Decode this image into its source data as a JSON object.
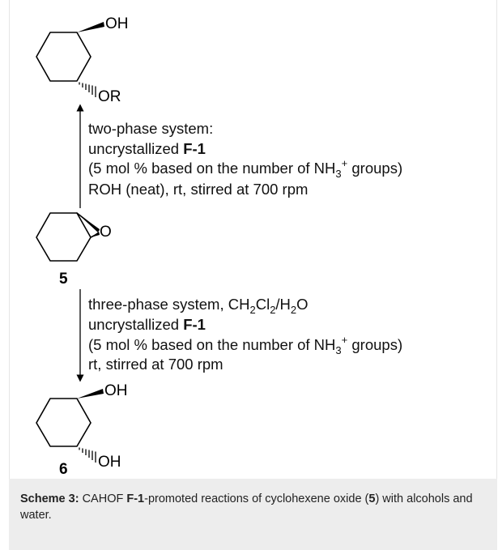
{
  "scheme": {
    "top_product": {
      "oh_label": "OH",
      "or_label": "OR"
    },
    "upper_conditions": {
      "line1": "two-phase system:",
      "line2_prefix": "uncrystallized ",
      "line2_bold": "F-1",
      "line3_prefix": "(5 mol % based on the number of NH",
      "line3_sub": "3",
      "line3_sup": "+",
      "line3_suffix": " groups)",
      "line4": "ROH (neat), rt, stirred at 700 rpm"
    },
    "epoxide": {
      "o_label": "O",
      "number": "5"
    },
    "lower_conditions": {
      "line1_prefix": "three-phase system, CH",
      "line1_sub1": "2",
      "line1_mid1": "Cl",
      "line1_sub2": "2",
      "line1_mid2": "/H",
      "line1_sub3": "2",
      "line1_suffix": "O",
      "line2_prefix": "uncrystallized ",
      "line2_bold": "F-1",
      "line3_prefix": "(5 mol % based on the number of NH",
      "line3_sub": "3",
      "line3_sup": "+",
      "line3_suffix": " groups)",
      "line4": "rt, stirred at 700 rpm"
    },
    "diol": {
      "oh_top_label": "OH",
      "oh_bottom_label": "OH",
      "number": "6"
    }
  },
  "caption": {
    "label": "Scheme 3:",
    "text_1": " CAHOF ",
    "bold_1": "F-1",
    "text_2": "-promoted reactions of cyclohexene oxide (",
    "bold_2": "5",
    "text_3": ") with alcohols and water."
  }
}
